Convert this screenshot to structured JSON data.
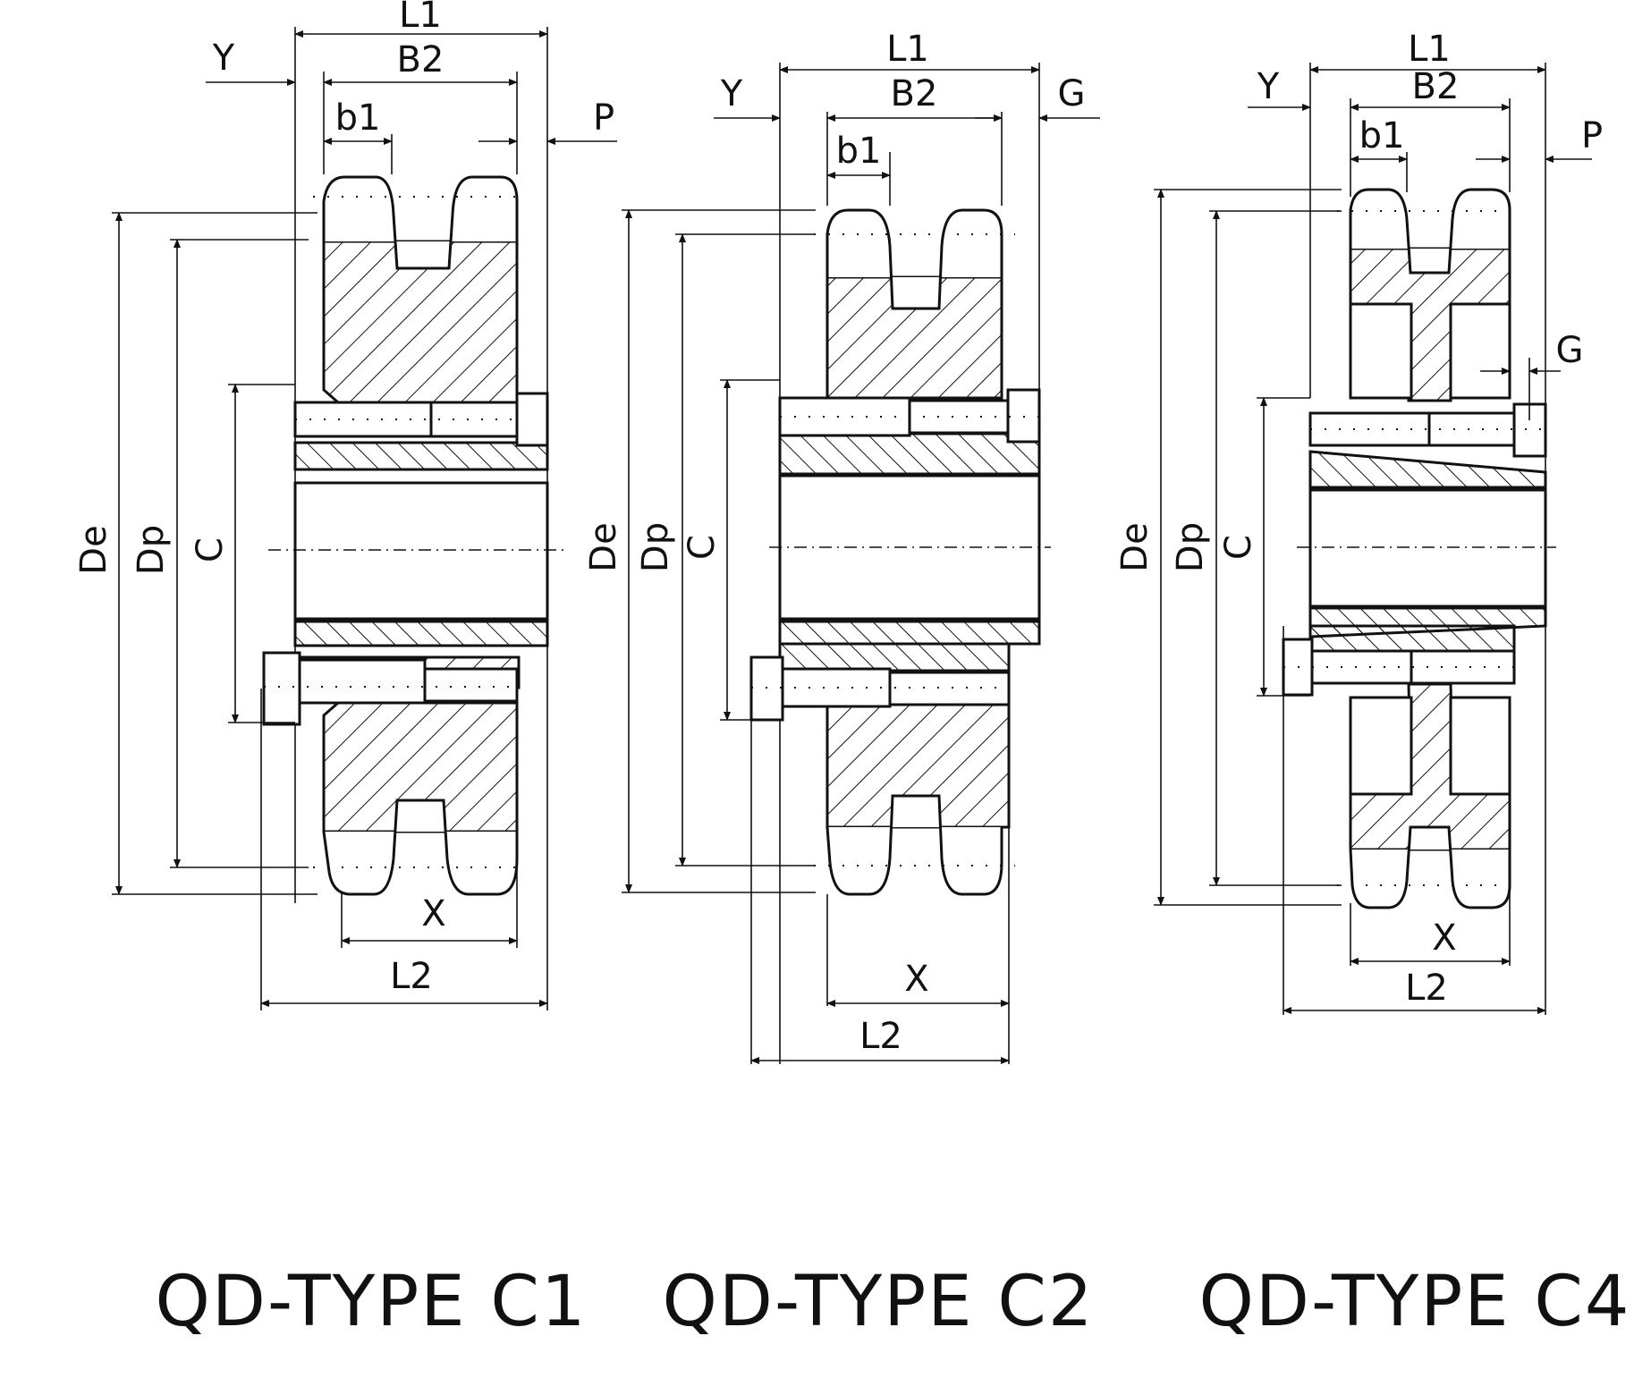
{
  "diagrams": [
    {
      "caption": "QD-TYPE C1",
      "labels": {
        "L1": "L1",
        "B2": "B2",
        "b1": "b1",
        "Y": "Y",
        "P": "P",
        "De": "De",
        "Dp": "Dp",
        "C": "C",
        "X": "X",
        "L2": "L2"
      }
    },
    {
      "caption": "QD-TYPE C2",
      "labels": {
        "L1": "L1",
        "B2": "B2",
        "b1": "b1",
        "Y": "Y",
        "G": "G",
        "De": "De",
        "Dp": "Dp",
        "C": "C",
        "X": "X",
        "L2": "L2"
      }
    },
    {
      "caption": "QD-TYPE C4",
      "labels": {
        "L1": "L1",
        "B2": "B2",
        "b1": "b1",
        "Y": "Y",
        "P": "P",
        "G": "G",
        "De": "De",
        "Dp": "Dp",
        "C": "C",
        "X": "X",
        "L2": "L2"
      }
    }
  ],
  "colors": {
    "ink": "#111111",
    "background": "#ffffff"
  }
}
